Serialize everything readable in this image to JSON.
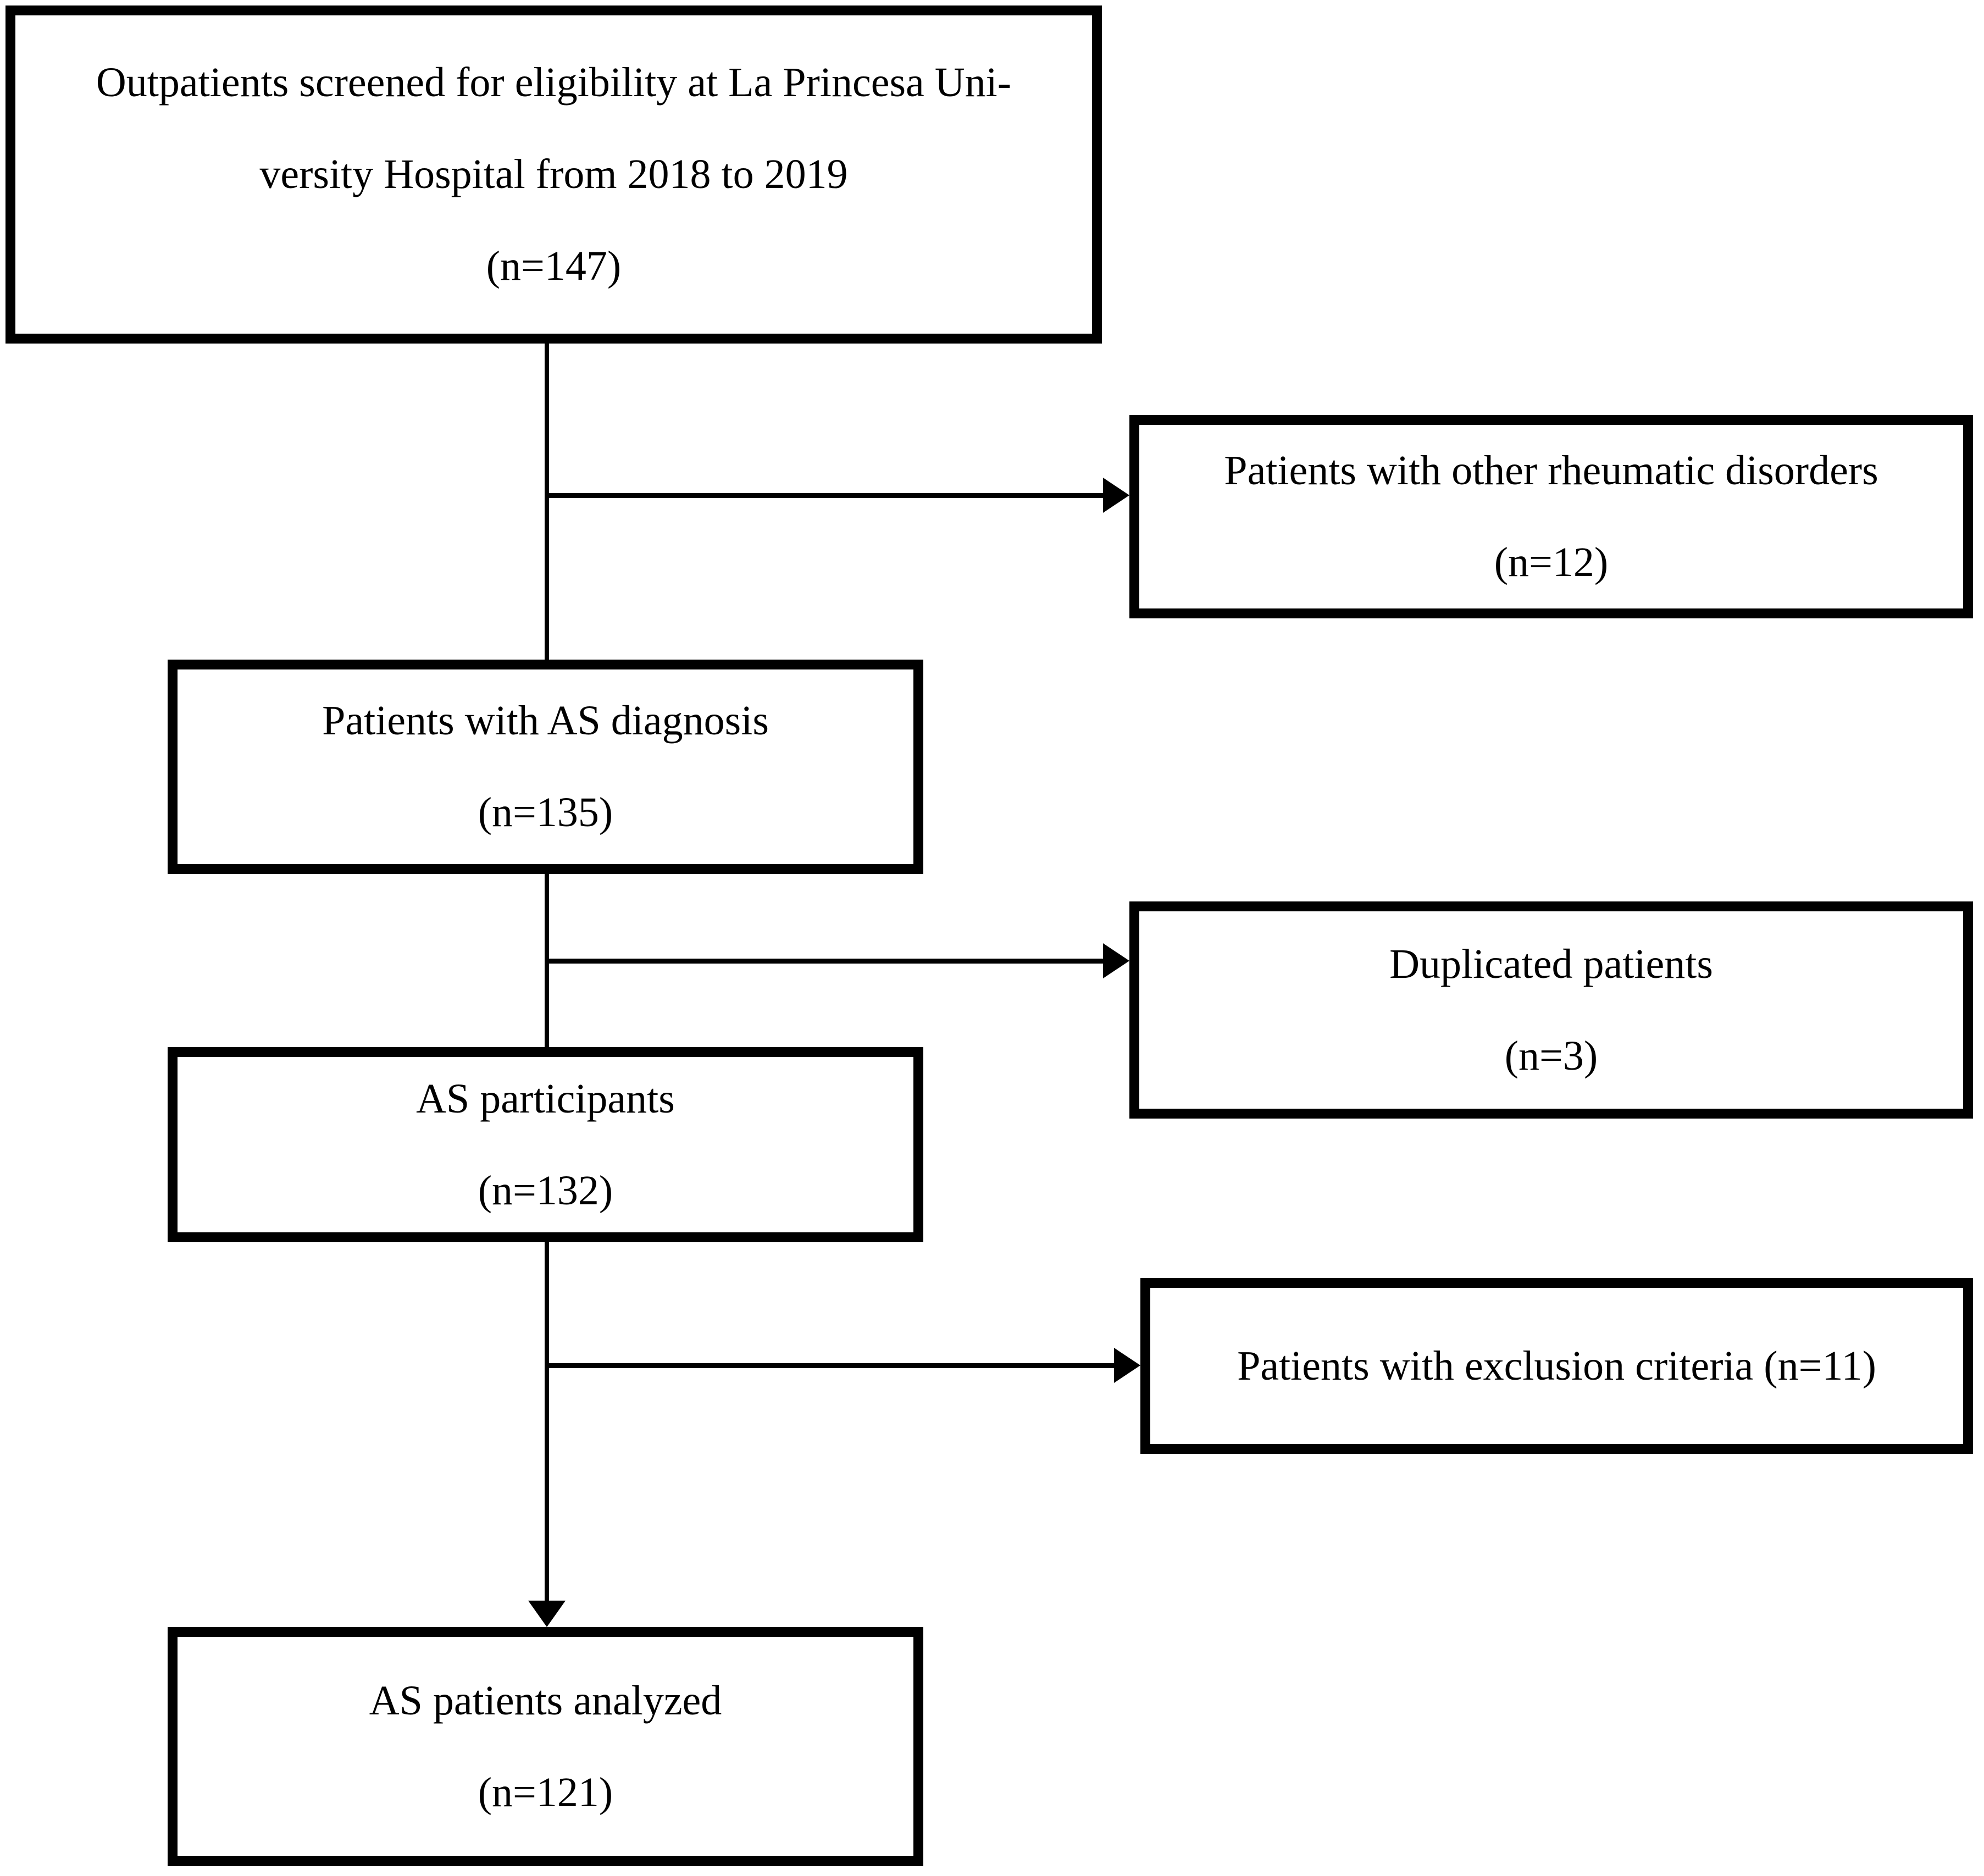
{
  "diagram": {
    "type": "flowchart",
    "colors": {
      "line": "#000000",
      "background": "#ffffff",
      "text": "#000000"
    },
    "nodes": {
      "screened": {
        "lines": [
          "Outpatients screened for eligibility at La Princesa Uni-",
          "versity Hospital from 2018 to 2019",
          "(n=147)"
        ],
        "count": 147
      },
      "other_rheumatic": {
        "lines": [
          "Patients with other rheumatic disorders",
          "(n=12)"
        ],
        "count": 12
      },
      "as_diagnosis": {
        "lines": [
          "Patients with AS diagnosis",
          "(n=135)"
        ],
        "count": 135
      },
      "duplicated": {
        "lines": [
          "Duplicated patients",
          "(n=3)"
        ],
        "count": 3
      },
      "as_participants": {
        "lines": [
          "AS participants",
          "(n=132)"
        ],
        "count": 132
      },
      "exclusion": {
        "lines": [
          "Patients with exclusion criteria (n=11)"
        ],
        "count": 11
      },
      "analyzed": {
        "lines": [
          "AS patients analyzed",
          "(n=121)"
        ],
        "count": 121
      }
    },
    "edges": [
      {
        "from": "screened",
        "to": "as_diagnosis"
      },
      {
        "from": "screened",
        "to": "other_rheumatic"
      },
      {
        "from": "as_diagnosis",
        "to": "as_participants"
      },
      {
        "from": "as_diagnosis",
        "to": "duplicated"
      },
      {
        "from": "as_participants",
        "to": "analyzed"
      },
      {
        "from": "as_participants",
        "to": "exclusion"
      }
    ]
  }
}
